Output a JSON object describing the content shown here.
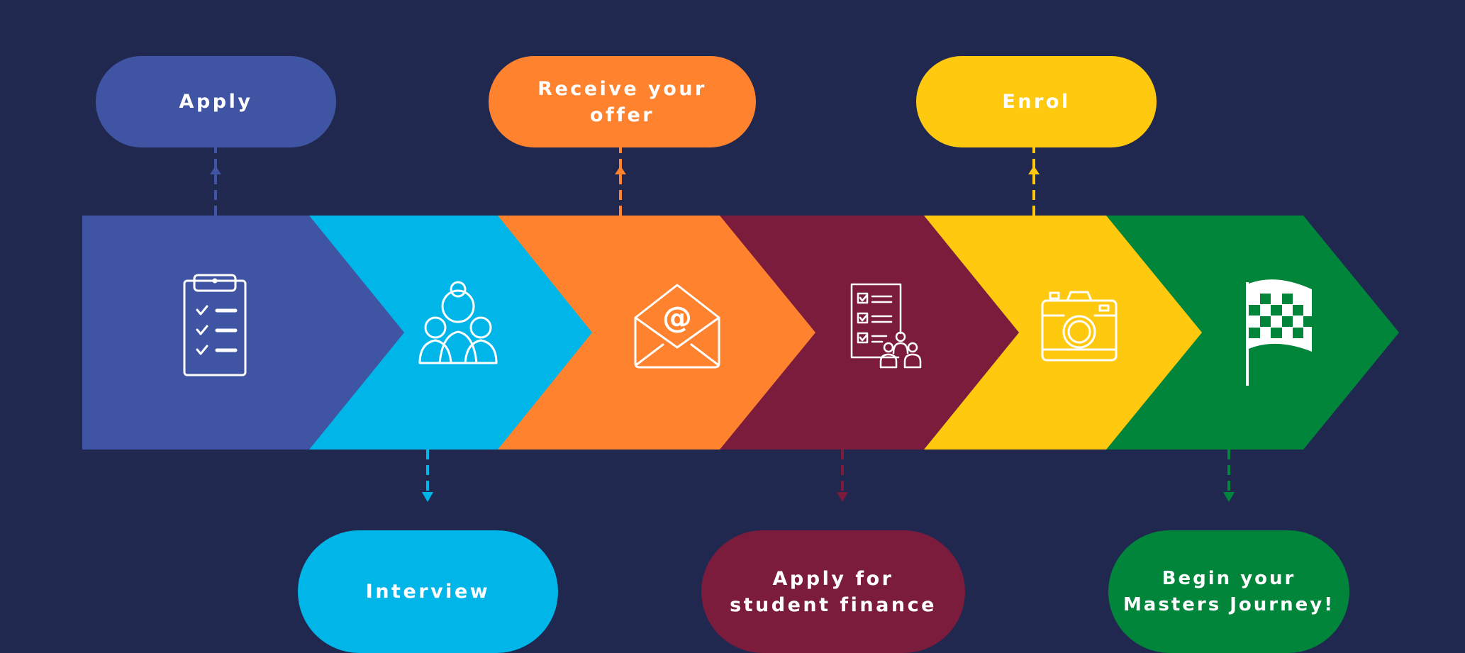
{
  "background": "#212850",
  "steps": [
    {
      "label": "Apply",
      "color": "#3F54A2",
      "icon": "clipboard-checklist-icon"
    },
    {
      "label": "Interview",
      "color": "#00B5E8",
      "icon": "people-group-icon"
    },
    {
      "label": "Receive your offer",
      "color": "#FF822E",
      "icon": "email-envelope-icon"
    },
    {
      "label": "Apply for student finance",
      "color": "#7B1C3C",
      "icon": "form-with-people-icon"
    },
    {
      "label": "Enrol",
      "color": "#FFC90F",
      "icon": "camera-icon"
    },
    {
      "label": "Begin your Masters Journey!",
      "color": "#00853B",
      "icon": "checkered-flag-icon"
    }
  ]
}
